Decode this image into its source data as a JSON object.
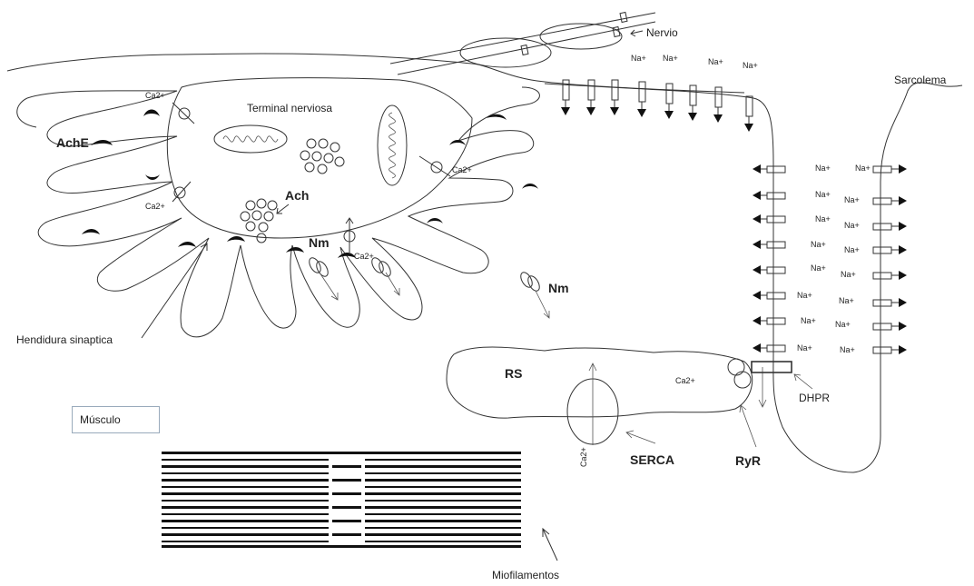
{
  "labels": {
    "nervio": "Nervio",
    "sarcolema": "Sarcolema",
    "terminal_nerviosa": "Terminal nerviosa",
    "ache": "AchE",
    "ach": "Ach",
    "nm": "Nm",
    "nm_right": "Nm",
    "ca2": "Ca2+",
    "na": "Na+",
    "hendidura": "Hendidura sinaptica",
    "rs": "RS",
    "serca": "SERCA",
    "ryr": "RyR",
    "dhpr": "DHPR",
    "musculo": "Músculo",
    "miofilamentos": "Miofilamentos"
  },
  "colors": {
    "stroke": "#333333",
    "background": "#ffffff",
    "box_border": "#99aabb"
  }
}
